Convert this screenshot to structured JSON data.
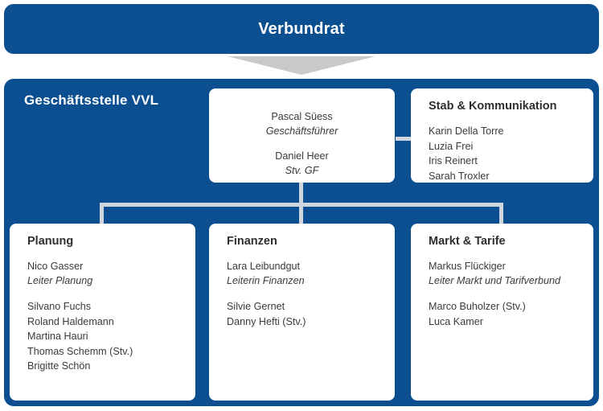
{
  "theme": {
    "brand_blue": "#0b4f91",
    "arrow_gray": "#c9c9c9",
    "connector_gray": "#cfd6dd",
    "card_white": "#ffffff",
    "text_dark": "#3a3a3a"
  },
  "banner": {
    "title": "Verbundrat"
  },
  "panel": {
    "title": "Geschäftsstelle VVL"
  },
  "management": {
    "people": [
      {
        "name": "Pascal Süess",
        "role": "Geschäftsführer"
      },
      {
        "name": "Daniel Heer",
        "role": "Stv. GF"
      }
    ]
  },
  "units": [
    {
      "id": "stab-kommunikation",
      "title": "Stab & Kommunikation",
      "lead": null,
      "lead_role": null,
      "staff": [
        "Karin Della Torre",
        "Luzia Frei",
        "Iris Reinert",
        "Sarah Troxler"
      ]
    },
    {
      "id": "planung",
      "title": "Planung",
      "lead": "Nico Gasser",
      "lead_role": "Leiter Planung",
      "staff": [
        "Silvano Fuchs",
        "Roland Haldemann",
        "Martina Hauri",
        "Thomas Schemm (Stv.)",
        "Brigitte Schön"
      ]
    },
    {
      "id": "finanzen",
      "title": "Finanzen",
      "lead": "Lara Leibundgut",
      "lead_role": "Leiterin Finanzen",
      "staff": [
        "Silvie Gernet",
        "Danny Hefti (Stv.)"
      ]
    },
    {
      "id": "markt-tarife",
      "title": "Markt & Tarife",
      "lead": "Markus Flückiger",
      "lead_role": "Leiter Markt und Tarifverbund",
      "staff": [
        "Marco Buholzer (Stv.)",
        "Luca Kamer"
      ]
    }
  ]
}
